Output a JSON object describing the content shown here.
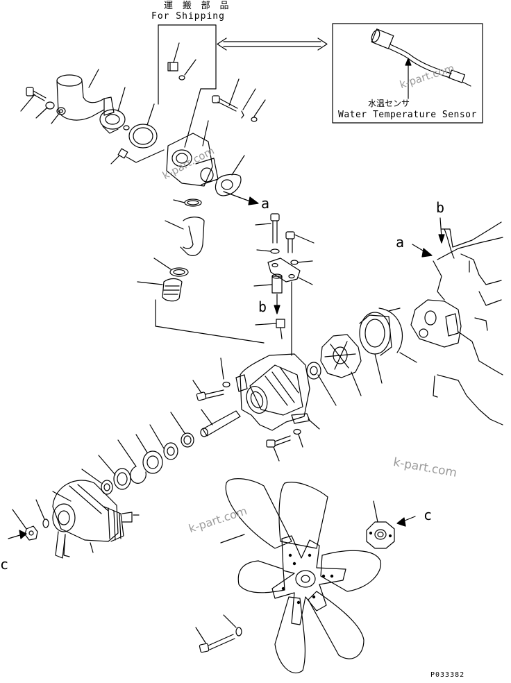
{
  "labels": {
    "for_shipping_jp": "運 搬 部 品",
    "for_shipping_en": "For Shipping",
    "sensor_jp": "水温センサ",
    "sensor_en": "Water Temperature Sensor"
  },
  "refs": {
    "a": "a",
    "b": "b",
    "c": "c"
  },
  "watermark": "k-part.com",
  "page_code": "P033382"
}
